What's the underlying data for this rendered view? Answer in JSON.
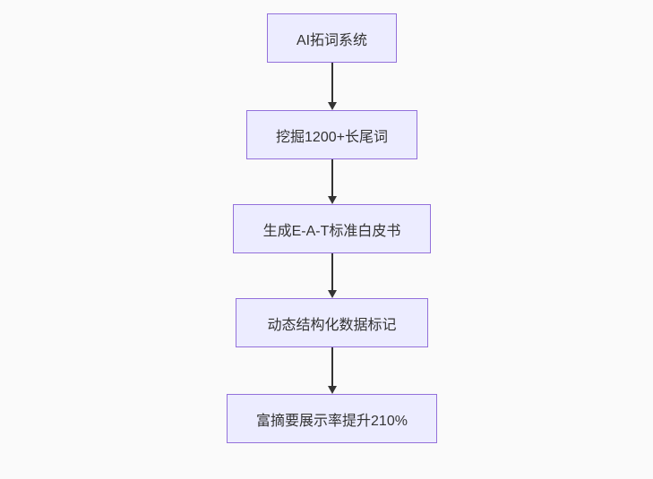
{
  "diagram": {
    "type": "flowchart",
    "direction": "top-down",
    "nodes": [
      {
        "id": "node-1",
        "label": "AI拓词系统"
      },
      {
        "id": "node-2",
        "label": "挖掘1200+长尾词"
      },
      {
        "id": "node-3",
        "label": "生成E-A-T标准白皮书"
      },
      {
        "id": "node-4",
        "label": "动态结构化数据标记"
      },
      {
        "id": "node-5",
        "label": "富摘要展示率提升210%"
      }
    ],
    "edges": [
      {
        "from": "node-1",
        "to": "node-2"
      },
      {
        "from": "node-2",
        "to": "node-3"
      },
      {
        "from": "node-3",
        "to": "node-4"
      },
      {
        "from": "node-4",
        "to": "node-5"
      }
    ],
    "colors": {
      "background": "#fafafa",
      "node_fill": "#ECECFF",
      "node_border": "#9370DB",
      "arrow": "#333333",
      "text": "#333333"
    }
  }
}
